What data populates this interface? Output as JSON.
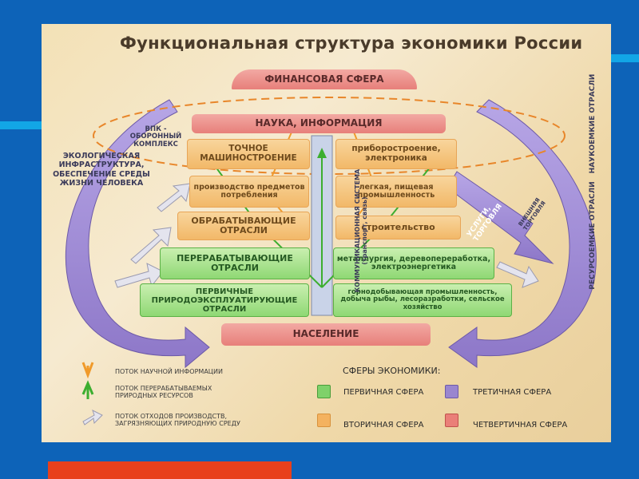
{
  "title": "Функциональная структура экономики России",
  "blocks": {
    "finance": "ФИНАНСОВАЯ СФЕРА",
    "science": "НАУКА, ИНФОРМАЦИЯ",
    "precision": "ТОЧНОЕ МАШИНОСТРОЕНИЕ",
    "instruments": "приборостроение, электроника",
    "consumer": "производство предметов потребления",
    "light": "легкая, пищевая промышленность",
    "manufacturing": "ОБРАБАТЫВАЮЩИЕ ОТРАСЛИ",
    "construction": "строительство",
    "processing": "ПЕРЕРАБАТЫВАЮЩИЕ ОТРАСЛИ",
    "metallurgy": "металлургия, деревопереработка, электроэнергетика",
    "primary": "ПЕРВИЧНЫЕ ПРИРОДОЭКСПЛУАТИРУЮЩИЕ ОТРАСЛИ",
    "mining": "горнодобывающая промышленность, добыча рыбы, лесоразработки, сельское хозяйство",
    "population": "НАСЕЛЕНИЕ",
    "communications": "КОММУНИКАЦИОННАЯ СИСТЕМА (транспорт, связь)"
  },
  "side_labels": {
    "vpk": "ВПК - ОБОРОННЫЙ КОМПЛЕКС",
    "ecology": "ЭКОЛОГИЧЕСКАЯ ИНФРАСТРУКТУРА, ОБЕСПЕЧЕНИЕ СРЕДЫ ЖИЗНИ ЧЕЛОВЕКА",
    "services": "УСЛУГИ, ТОРГОВЛЯ",
    "foreign": "ВНЕШНЯЯ ТОРГОВЛЯ",
    "science_intensive": "НАУКОЕМКИЕ ОТРАСЛИ",
    "resource_intensive": "РЕСУРСОЕМКИЕ ОТРАСЛИ"
  },
  "legend": {
    "flow_science": "ПОТОК НАУЧНОЙ ИНФОРМАЦИИ",
    "flow_resources": "ПОТОК ПЕРЕРАБАТЫВАЕМЫХ ПРИРОДНЫХ РЕСУРСОВ",
    "flow_waste": "ПОТОК ОТХОДОВ ПРОИЗВОДСТВ, ЗАГРЯЗНЯЮЩИХ ПРИРОДНУЮ СРЕДУ",
    "spheres_title": "СФЕРЫ ЭКОНОМИКИ:",
    "primary_sphere": "ПЕРВИЧНАЯ СФЕРА",
    "secondary_sphere": "ВТОРИЧНАЯ СФЕРА",
    "tertiary_sphere": "ТРЕТИЧНАЯ СФЕРА",
    "quaternary_sphere": "ЧЕТВЕРТИЧНАЯ СФЕРА"
  },
  "colors": {
    "primary": "#7fd16a",
    "secondary": "#f4b25f",
    "tertiary": "#9a86cf",
    "quaternary": "#ea7f78",
    "science_flow": "#f09a2a",
    "resource_flow": "#3cae2f",
    "waste_flow": "#d8d8e6"
  }
}
